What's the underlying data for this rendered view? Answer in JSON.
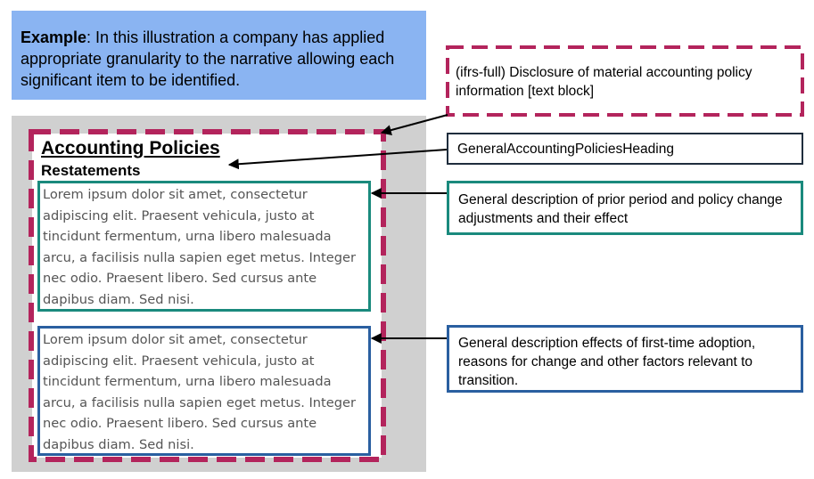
{
  "example": {
    "label": "Example",
    "text": ": In this illustration a company has applied appropriate granularity to the narrative allowing each significant item to be identified."
  },
  "document": {
    "heading": "Accounting Policies",
    "subheading": "Restatements",
    "paragraph_1": "Lorem ipsum dolor sit amet, consectetur adipiscing elit. Praesent vehicula, justo at tincidunt fermentum, urna libero malesuada arcu, a facilisis nulla sapien eget metus. Integer nec odio. Praesent libero. Sed cursus ante dapibus diam. Sed nisi.",
    "paragraph_2": "Lorem ipsum dolor sit amet, consectetur adipiscing elit. Praesent vehicula, justo at tincidunt fermentum, urna libero malesuada arcu, a facilisis nulla sapien eget metus. Integer nec odio. Praesent libero. Sed cursus ante dapibus diam. Sed nisi."
  },
  "labels": {
    "ifrs_text_block": "(ifrs-full) Disclosure of material accounting policy information [text block]",
    "heading_element": "GeneralAccountingPoliciesHeading",
    "prior_period": "General description of prior period and policy change adjustments and their effect",
    "first_time_adoption": "General description effects of first-time adoption, reasons for change and other factors relevant to transition."
  },
  "colors": {
    "example_background": "#8ab4f2",
    "text_block_dashed": "#b3245c",
    "heading_border": "#1f2d3d",
    "prior_period_border": "#1a8a7d",
    "first_time_adoption_border": "#2a5fa0",
    "panel_background": "#d0d0d0"
  }
}
